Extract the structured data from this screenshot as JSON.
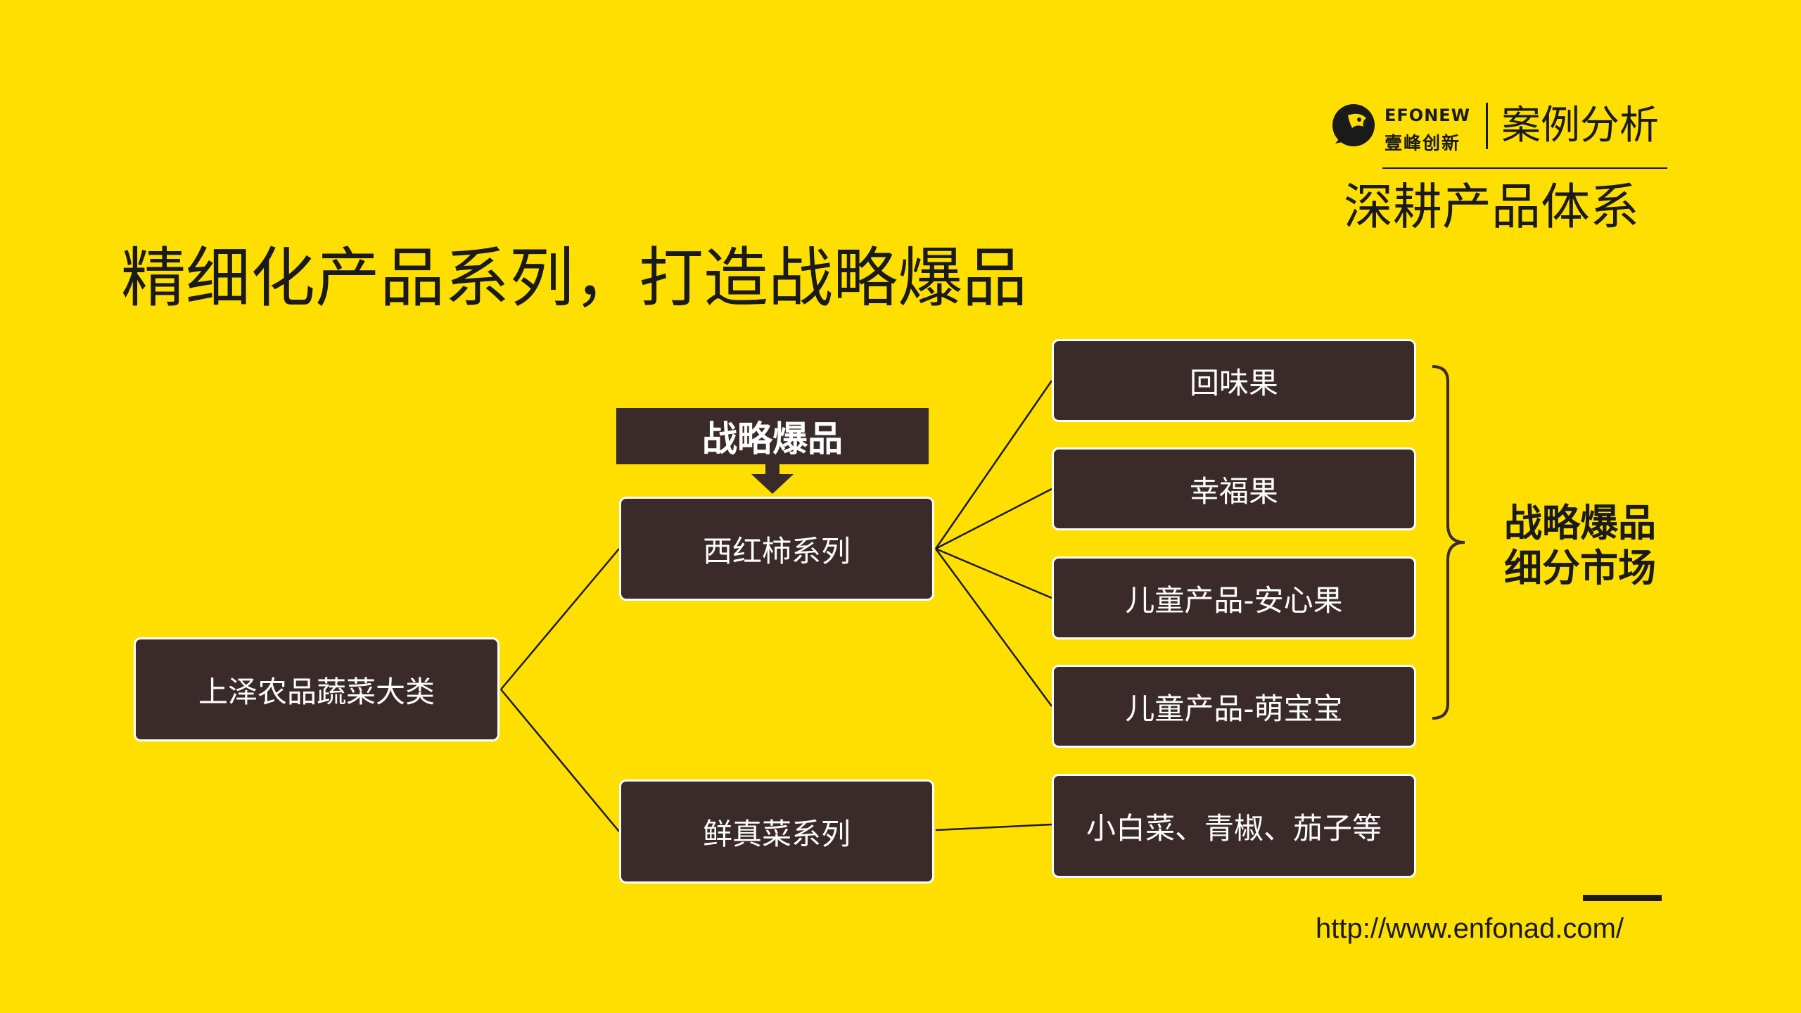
{
  "brand": {
    "name_en": "EFONEW",
    "name_cn": "壹峰创新",
    "section_tag": "案例分析",
    "section_subtitle": "深耕产品体系"
  },
  "title": "精细化产品系列，打造战略爆品",
  "diagram": {
    "root": "上泽农品蔬菜大类",
    "highlight_label": "战略爆品",
    "series": [
      {
        "label": "西红柿系列",
        "children": [
          "回味果",
          "幸福果",
          "儿童产品-安心果",
          "儿童产品-萌宝宝"
        ]
      },
      {
        "label": "鲜真菜系列",
        "children": [
          "小白菜、青椒、茄子等"
        ]
      }
    ],
    "market_label": [
      "战略爆品",
      "细分市场"
    ]
  },
  "footer": {
    "url": "http://www.enfonad.com/"
  },
  "colors": {
    "background": "#FFDF00",
    "node_fill": "#3B2A2A",
    "node_border": "#FFFFFF",
    "text_dark": "#1A1A1A"
  }
}
